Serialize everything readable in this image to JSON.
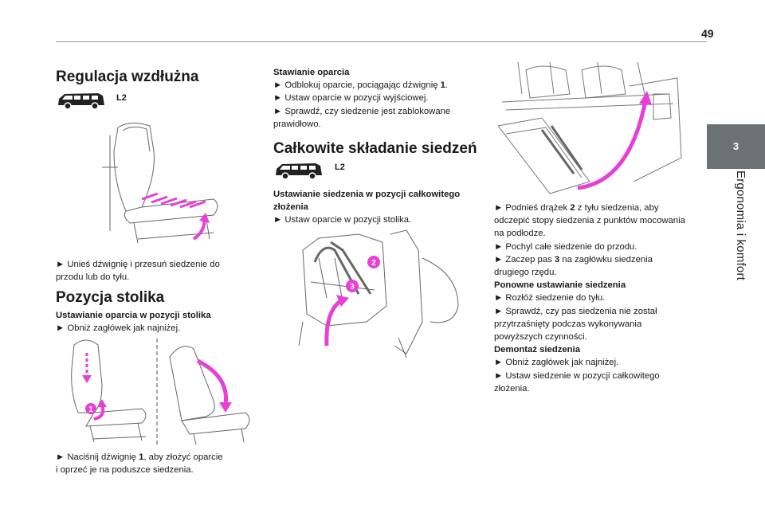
{
  "page_number": "49",
  "side_tab": {
    "number": "3",
    "title": "Ergonomia i komfort"
  },
  "col1": {
    "h1": "Regulacja wzdłużna",
    "badge": "L2",
    "p1": [
      "► Unieś dźwignię i przesuń siedzenie do",
      "przodu lub do tyłu."
    ],
    "h2": "Pozycja stolika",
    "sub": "Ustawianie oparcia w pozycji stolika",
    "p2": "► Obniż zagłówek jak najniżej.",
    "p3a": "► Naciśnij dźwignię ",
    "p3b": "1",
    "p3c": ", aby złożyć oparcie",
    "p3d": "i oprzeć je na poduszce siedzenia.",
    "callout1": "1"
  },
  "col2": {
    "sub1": "Stawianie oparcia",
    "s1a": "► Odblokuj oparcie, pociągając dźwignię ",
    "s1b": "1",
    "s1c": ".",
    "s2": "► Ustaw oparcie w pozycji wyjściowej.",
    "s3": "► Sprawdź, czy siedzenie jest zablokowane",
    "s4": "prawidłowo.",
    "h": "Całkowite składanie siedzeń",
    "badge": "L2",
    "sub2a": "Ustawianie siedzenia w pozycji całkowitego",
    "sub2b": "złożenia",
    "s5": "► Ustaw oparcie w pozycji stolika.",
    "callout2": "2",
    "callout3": "3"
  },
  "col3": {
    "t1": "► Podnieś drążek ",
    "t1b": "2",
    "t1c": " z tyłu siedzenia, aby",
    "t2": "odczepić stopy siedzenia z punktów mocowania",
    "t3": "na podłodze.",
    "t4": "► Pochyl całe siedzenie do przodu.",
    "t5a": "► Zaczep pas ",
    "t5b": "3",
    "t5c": " na zagłówku siedzenia",
    "t6": "drugiego rzędu.",
    "sub1": "Ponowne ustawianie siedzenia",
    "t7": "► Rozłóż siedzenie do tyłu.",
    "t8": "► Sprawdź, czy pas siedzenia nie został",
    "t9": "przytrzaśnięty podczas wykonywania",
    "t10": "powyższych czynności.",
    "sub2": "Demontaż siedzenia",
    "t11": "► Obniż zagłówek jak najniżej.",
    "t12": "► Ustaw siedzenie w pozycji całkowitego",
    "t13": "złożenia."
  },
  "colors": {
    "accent": "#e83fd6",
    "tab": "#6d7274"
  }
}
